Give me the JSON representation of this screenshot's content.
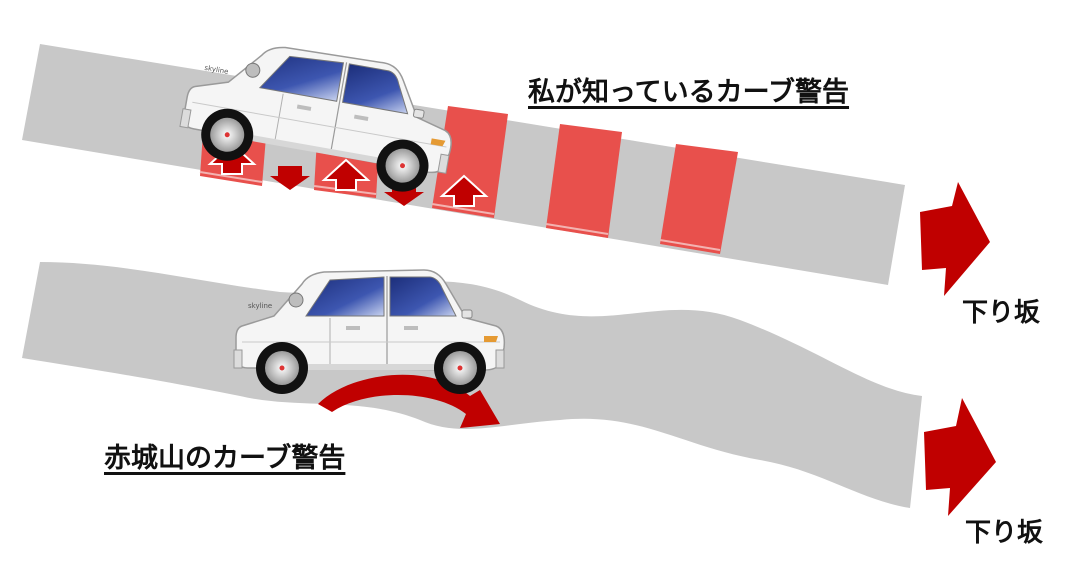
{
  "top_scene": {
    "caption": "私が知っているカーブ警告",
    "direction_label": "下り坂",
    "bump_arrow_directions": [
      "up",
      "down",
      "up",
      "down",
      "up"
    ]
  },
  "bottom_scene": {
    "caption": "赤城山のカーブ警告",
    "direction_label": "下り坂"
  },
  "car": {
    "badge_text": "skyline"
  },
  "colors": {
    "road": "#c8c8c8",
    "stripe": "#e8504c",
    "arrow": "#c00000",
    "car_body": "#f4f4f4",
    "car_glass": "#2a3f8f"
  }
}
